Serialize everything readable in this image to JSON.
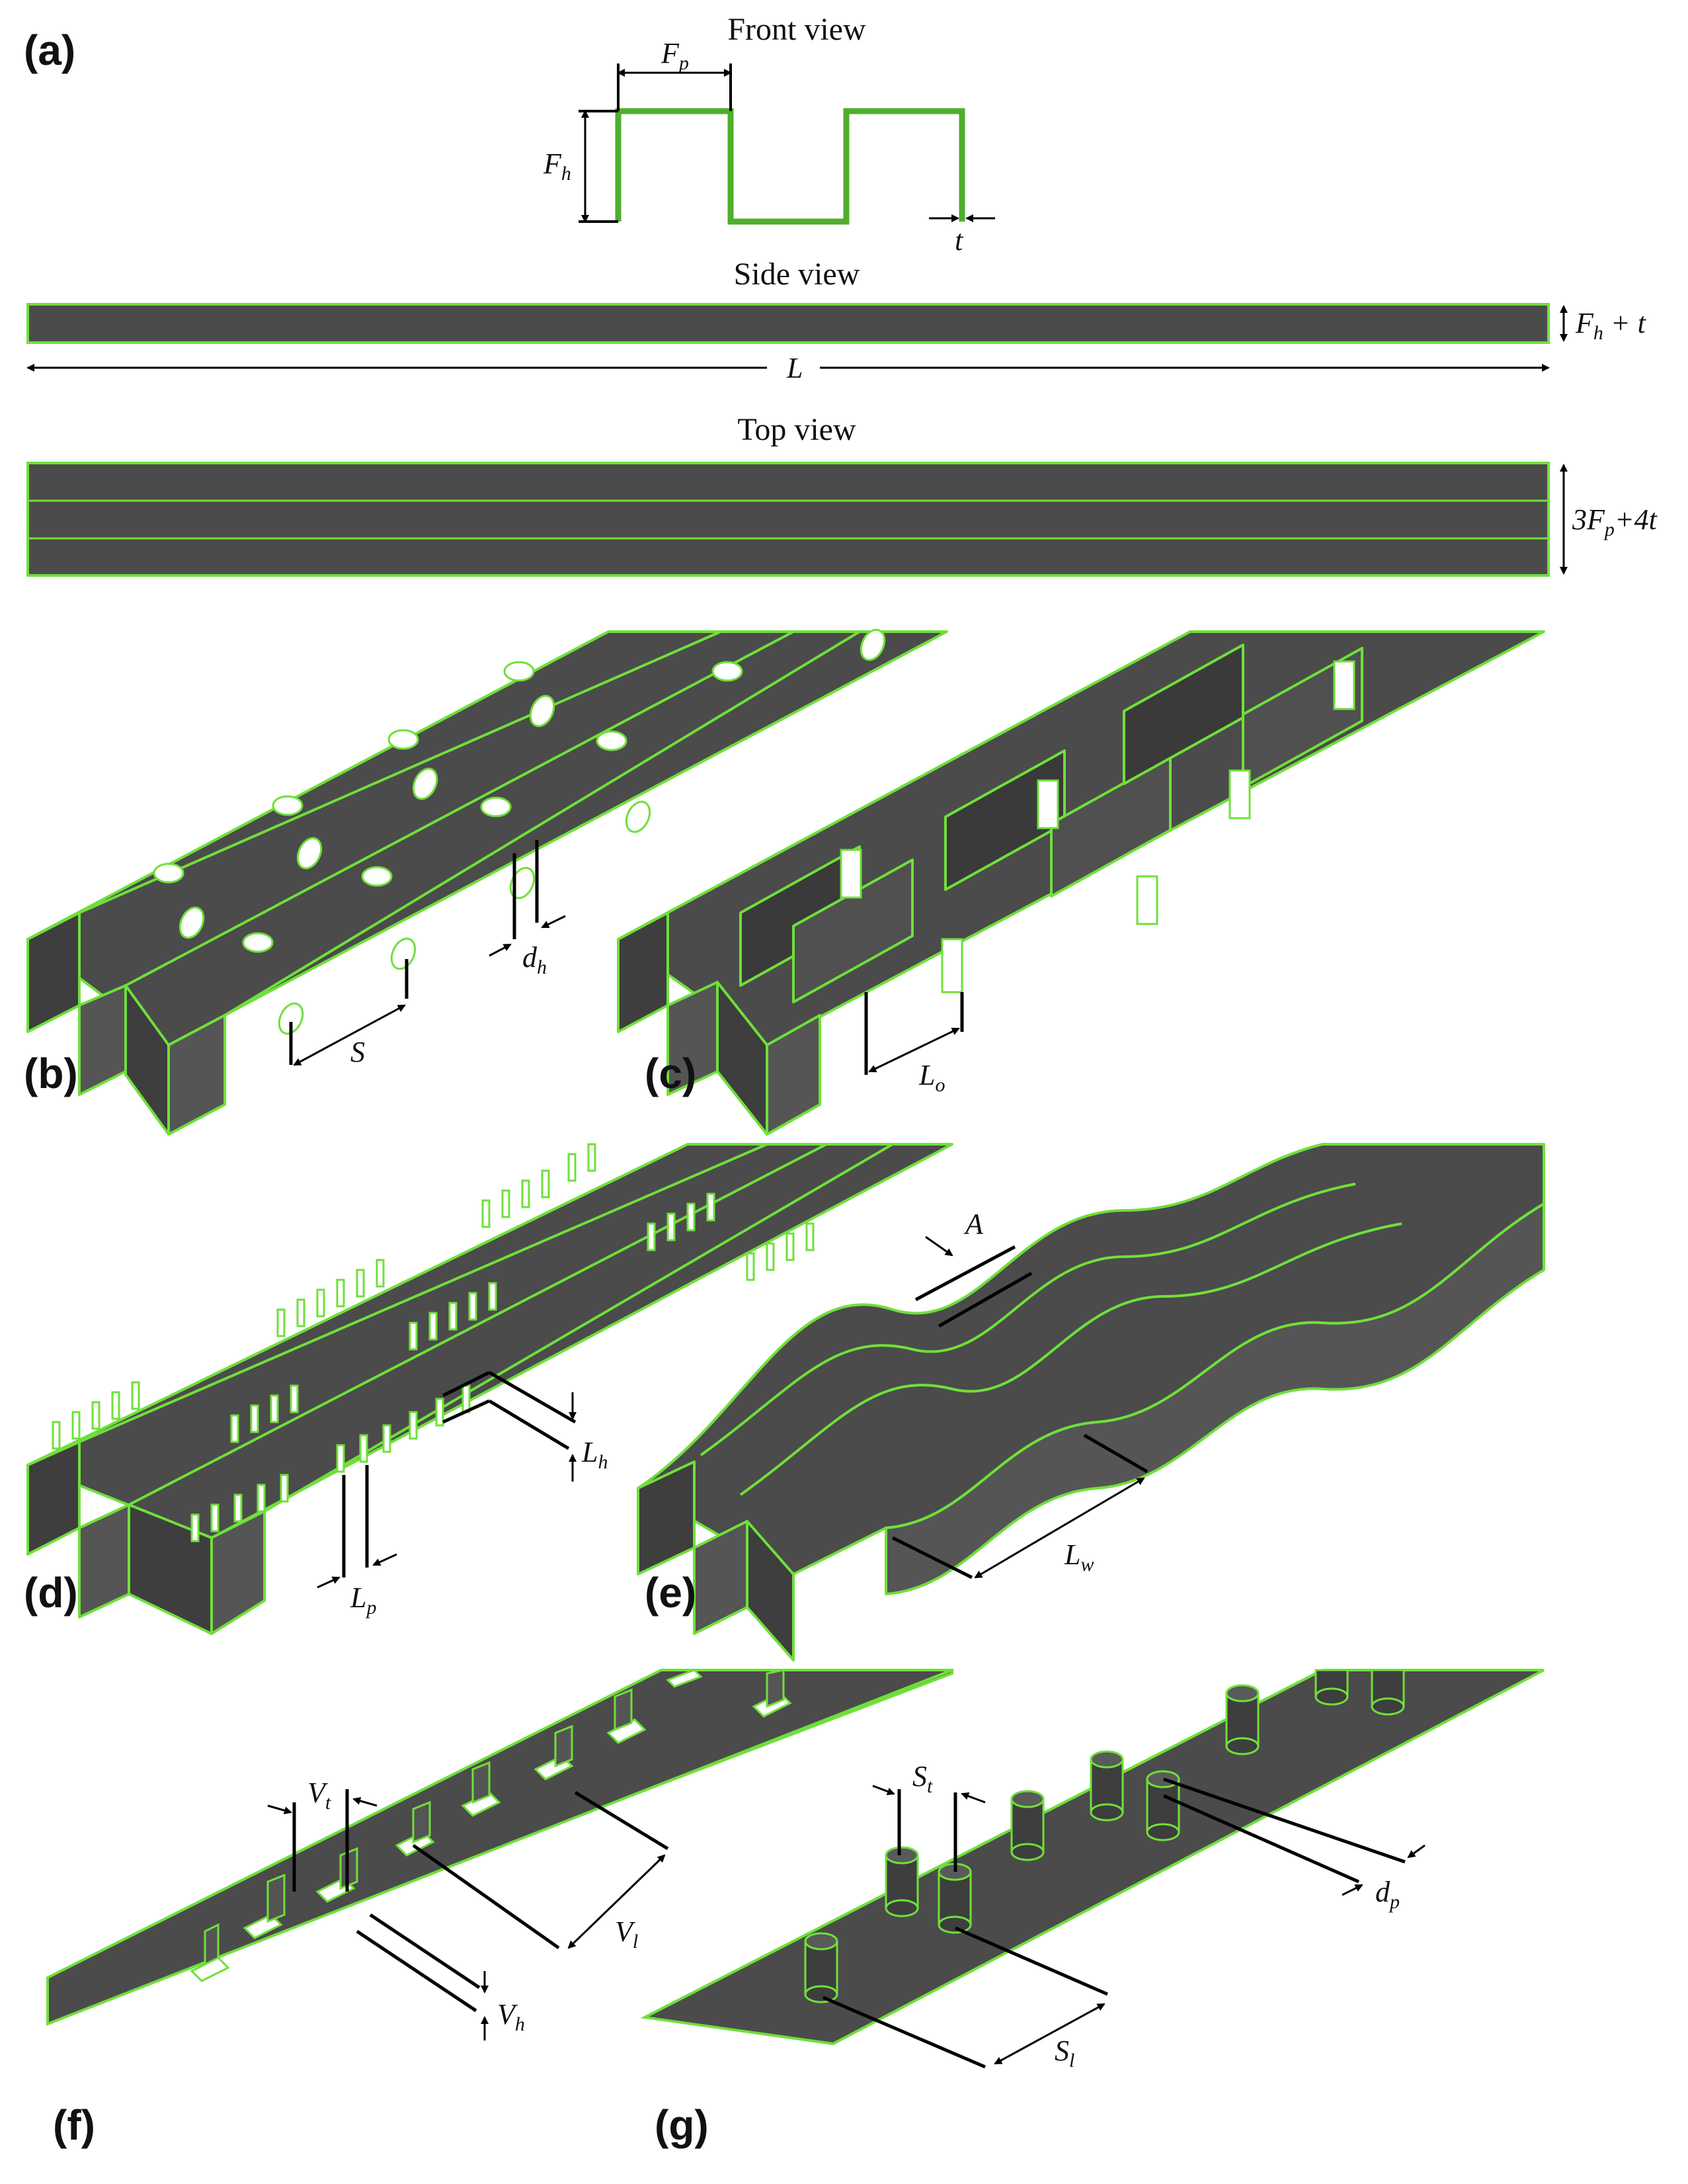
{
  "colors": {
    "surface": "#4b4b4b",
    "surface_light": "#5a5a5a",
    "edge": "#6fe03a",
    "hole": "#ffffff",
    "annotation": "#000000"
  },
  "panels": {
    "a": {
      "label": "(a)",
      "front_view": "Front view",
      "side_view": "Side view",
      "top_view": "Top view"
    },
    "b": {
      "label": "(b)"
    },
    "c": {
      "label": "(c)"
    },
    "d": {
      "label": "(d)"
    },
    "e": {
      "label": "(e)"
    },
    "f": {
      "label": "(f)"
    },
    "g": {
      "label": "(g)"
    }
  },
  "symbols": {
    "Fp": {
      "base": "F",
      "sub": "p"
    },
    "Fh": {
      "base": "F",
      "sub": "h"
    },
    "t": "t",
    "Fh_t": {
      "base": "F",
      "sub": "h",
      "rest": " + t"
    },
    "L": "L",
    "width": {
      "base": "3F",
      "sub": "p",
      "rest": "+4t"
    },
    "dh": {
      "base": "d",
      "sub": "h"
    },
    "S": "S",
    "Lo": {
      "base": "L",
      "sub": "o"
    },
    "Lh": {
      "base": "L",
      "sub": "h"
    },
    "Lp": {
      "base": "L",
      "sub": "p"
    },
    "A": "A",
    "Lw": {
      "base": "L",
      "sub": "w"
    },
    "Vt": {
      "base": "V",
      "sub": "t"
    },
    "Vl": {
      "base": "V",
      "sub": "l"
    },
    "Vh": {
      "base": "V",
      "sub": "h"
    },
    "St": {
      "base": "S",
      "sub": "t"
    },
    "dp": {
      "base": "d",
      "sub": "p"
    },
    "Sl": {
      "base": "S",
      "sub": "l"
    }
  }
}
